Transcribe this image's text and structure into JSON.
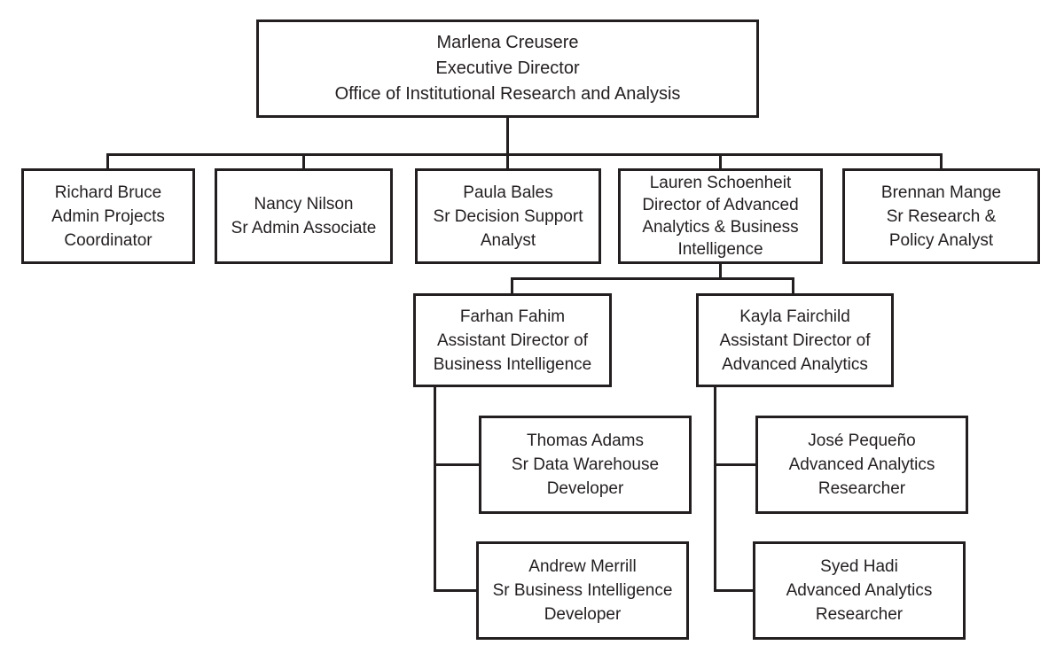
{
  "page": {
    "background": "#ffffff"
  },
  "colors": {
    "line": "#231f20",
    "text": "#231f20",
    "box_background": "#ffffff"
  },
  "org_chart": {
    "root": {
      "lines": [
        "Marlena Creusere",
        "Executive Director",
        "Office of Institutional Research and Analysis"
      ]
    },
    "richard": {
      "lines": [
        "Richard Bruce",
        "Admin Projects",
        "Coordinator"
      ]
    },
    "nancy": {
      "lines": [
        "Nancy Nilson",
        "Sr Admin Associate"
      ]
    },
    "paula": {
      "lines": [
        "Paula Bales",
        "Sr Decision Support",
        "Analyst"
      ]
    },
    "lauren": {
      "lines": [
        "Lauren Schoenheit",
        "Director of Advanced",
        "Analytics & Business",
        "Intelligence"
      ]
    },
    "brennan": {
      "lines": [
        "Brennan Mange",
        "Sr Research &",
        "Policy Analyst"
      ]
    },
    "farhan": {
      "lines": [
        "Farhan Fahim",
        "Assistant Director of",
        "Business Intelligence"
      ]
    },
    "kayla": {
      "lines": [
        "Kayla Fairchild",
        "Assistant Director of",
        "Advanced Analytics"
      ]
    },
    "thomas": {
      "lines": [
        "Thomas Adams",
        "Sr Data Warehouse",
        "Developer"
      ]
    },
    "jose": {
      "lines": [
        "José Pequeño",
        "Advanced Analytics",
        "Researcher"
      ]
    },
    "andrew": {
      "lines": [
        "Andrew Merrill",
        "Sr Business Intelligence",
        "Developer"
      ]
    },
    "syed": {
      "lines": [
        "Syed Hadi",
        "Advanced Analytics",
        "Researcher"
      ]
    }
  }
}
